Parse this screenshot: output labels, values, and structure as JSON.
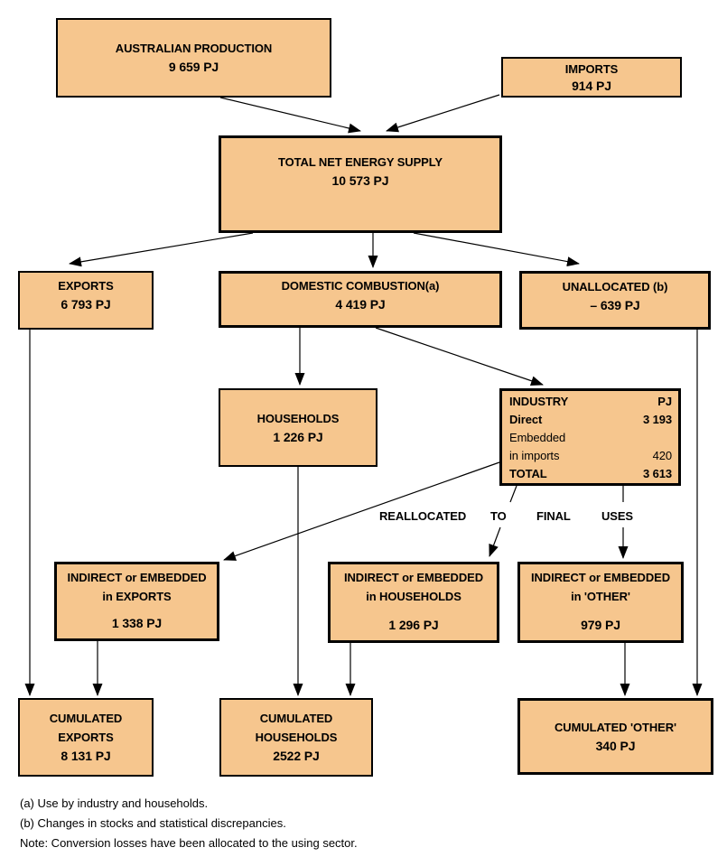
{
  "colors": {
    "box_fill": "#F6C68E",
    "box_border": "#000000",
    "line": "#000000"
  },
  "boxes": {
    "australian_production": {
      "line1": "AUSTRALIAN PRODUCTION",
      "line2": "9 659 PJ"
    },
    "imports": {
      "line1": "IMPORTS",
      "line2": "914 PJ"
    },
    "total_net_energy_supply": {
      "line1": "TOTAL NET ENERGY SUPPLY",
      "line2": "10 573 PJ"
    },
    "exports": {
      "line1": "EXPORTS",
      "line2": "6 793 PJ"
    },
    "domestic_combustion": {
      "line1": "DOMESTIC COMBUSTION(a)",
      "line2": "4 419 PJ"
    },
    "unallocated": {
      "line1": "UNALLOCATED (b)",
      "line2": "– 639 PJ"
    },
    "households": {
      "line1": "HOUSEHOLDS",
      "line2": "1 226 PJ"
    },
    "indirect_exports": {
      "line1": "INDIRECT or EMBEDDED",
      "line2": "in EXPORTS",
      "value": "1 338 PJ"
    },
    "indirect_households": {
      "line1": "INDIRECT or EMBEDDED",
      "line2": "in HOUSEHOLDS",
      "value": "1 296 PJ"
    },
    "indirect_other": {
      "line1": "INDIRECT or EMBEDDED",
      "line2": "in 'OTHER'",
      "value": "979 PJ"
    },
    "cumulated_exports": {
      "line1": "CUMULATED",
      "line2": "EXPORTS",
      "line3": "8 131 PJ"
    },
    "cumulated_households": {
      "line1": "CUMULATED",
      "line2": "HOUSEHOLDS",
      "line3": "2522 PJ"
    },
    "cumulated_other": {
      "line1": "CUMULATED 'OTHER'",
      "line2": "340 PJ"
    }
  },
  "industry_table": {
    "rows": [
      {
        "label": "INDUSTRY",
        "value": "PJ"
      },
      {
        "label": "Direct",
        "value": "3 193"
      },
      {
        "label": "Embedded",
        "value": ""
      },
      {
        "label": "in imports",
        "value": "420"
      },
      {
        "label": "TOTAL",
        "value": "3 613"
      }
    ]
  },
  "reallocated_caption": {
    "words": [
      "REALLOCATED",
      "TO",
      "FINAL",
      "USES"
    ]
  },
  "footnotes": {
    "a": "(a) Use by industry and households.",
    "b": "(b) Changes in stocks and statistical discrepancies.",
    "note": "Note: Conversion losses have been allocated to the using sector."
  }
}
